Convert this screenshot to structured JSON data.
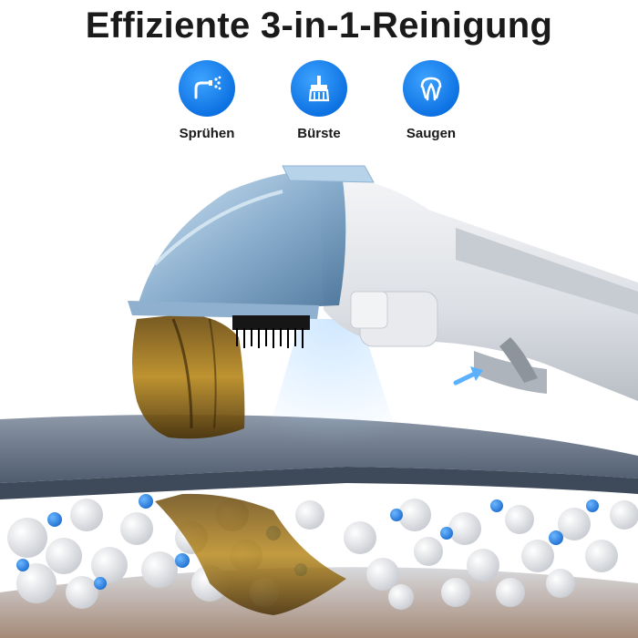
{
  "title": "Effiziente 3-in-1-Reinigung",
  "features": [
    {
      "label": "Sprühen",
      "icon": "spray-icon"
    },
    {
      "label": "Bürste",
      "icon": "brush-icon"
    },
    {
      "label": "Saugen",
      "icon": "suction-icon"
    }
  ],
  "colors": {
    "accent": "#0a6fe0",
    "title_text": "#1a1a1a"
  }
}
